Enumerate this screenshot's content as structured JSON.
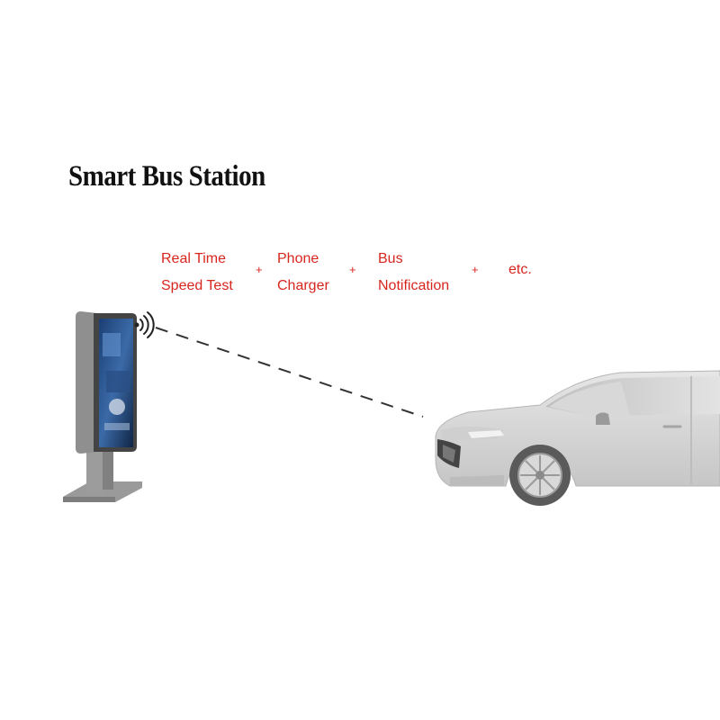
{
  "title": "Smart Bus Station",
  "features": [
    {
      "line1": "Real Time",
      "line2": "Speed Test"
    },
    {
      "line1": "Phone",
      "line2": "Charger"
    },
    {
      "line1": "Bus",
      "line2": "Notification"
    },
    {
      "line1": "etc.",
      "line2": ""
    }
  ],
  "separator": "+",
  "colors": {
    "accent": "#d7261e",
    "kiosk_frame": "#8a8a8a",
    "car_body": "#d4d4d4"
  },
  "icons": [
    "wireless-signal-icon"
  ]
}
